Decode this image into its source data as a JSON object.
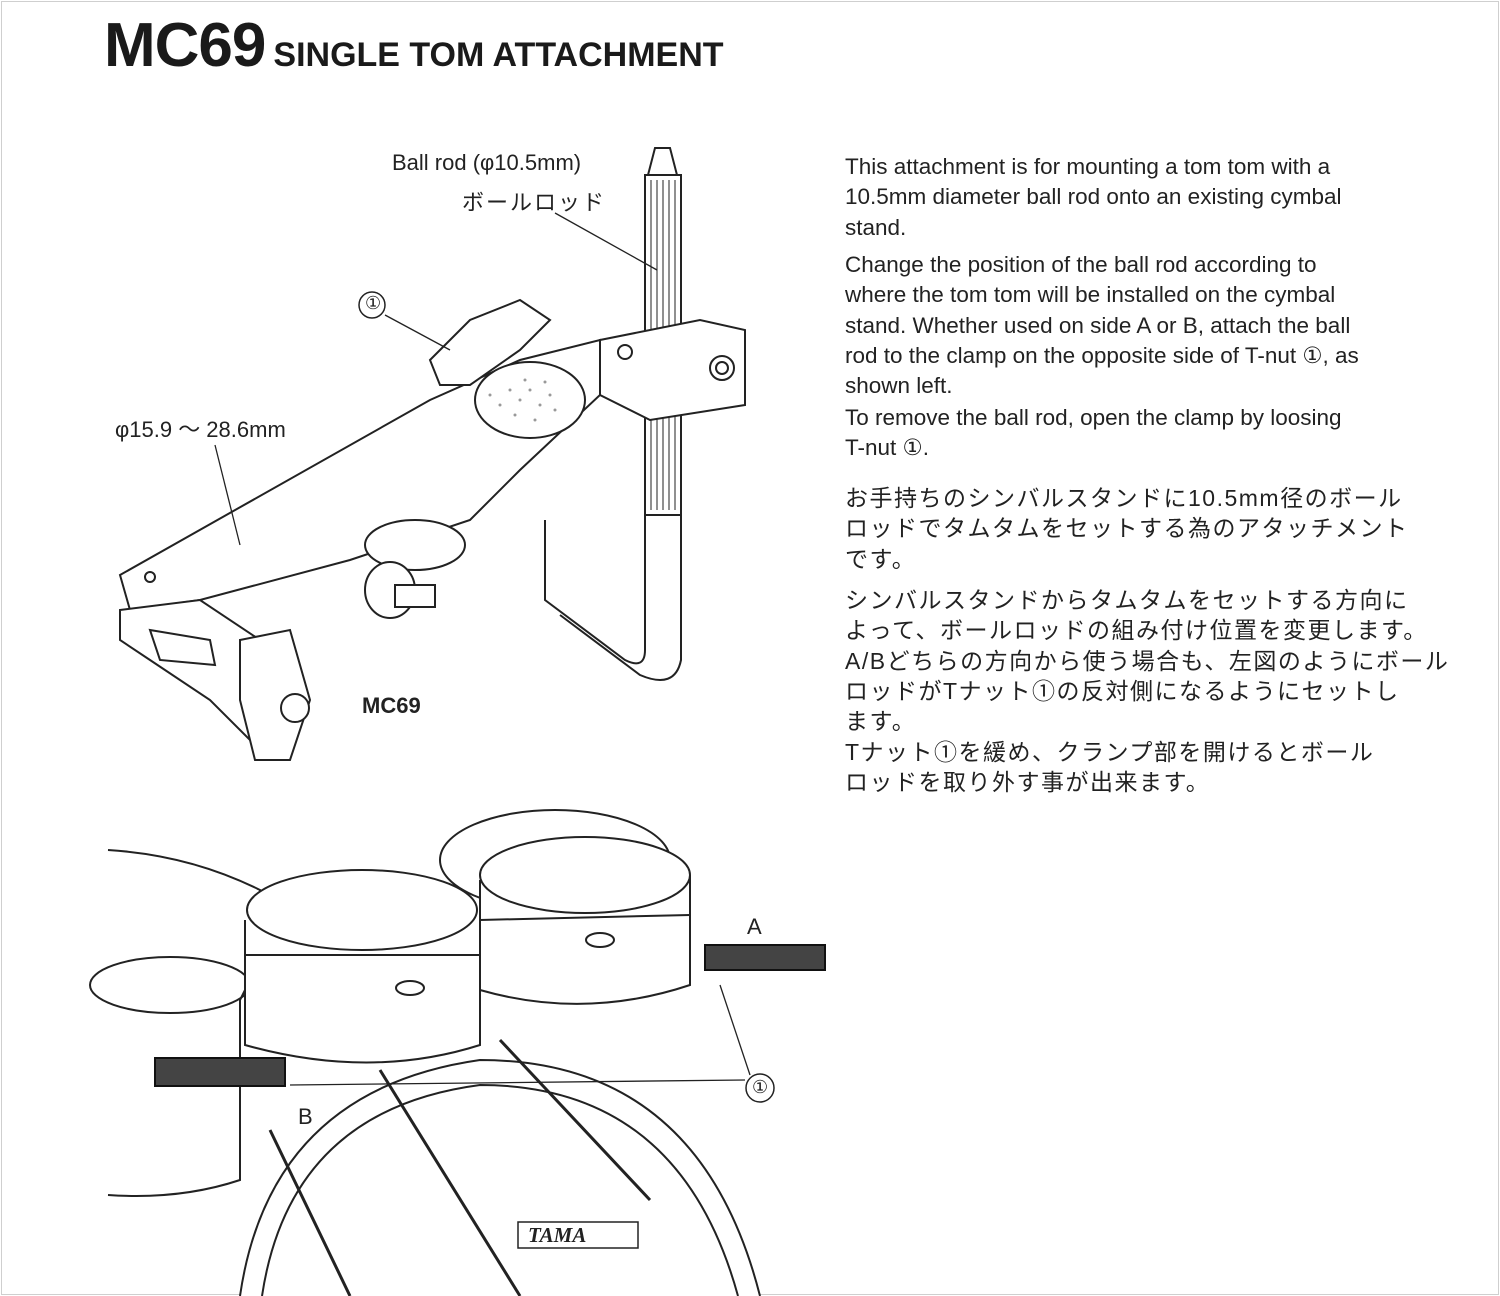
{
  "header": {
    "model": "MC69",
    "subtitle": "SINGLE TOM ATTACHMENT"
  },
  "english": {
    "p1": [
      "This attachment is for mounting a tom tom with a",
      "10.5mm diameter ball rod onto an existing cymbal",
      "stand."
    ],
    "p2": [
      "Change the position of the ball rod according to",
      "where the tom tom will be installed on the cymbal",
      "stand. Whether used on side A or B, attach the ball",
      "rod to the clamp on the opposite side of T-nut ①, as",
      "shown left."
    ],
    "p3": [
      "To remove the ball rod, open the clamp by loosing",
      "T-nut ①."
    ]
  },
  "japanese": {
    "p1": [
      "お手持ちのシンバルスタンドに10.5mm径のボール",
      "ロッドでタムタムをセットする為のアタッチメント",
      "です。"
    ],
    "p2": [
      "シンバルスタンドからタムタムをセットする方向に",
      "よって、ボールロッドの組み付け位置を変更します。",
      "A/Bどちらの方向から使う場合も、左図のようにボール",
      "ロッドがTナット①の反対側になるようにセットし",
      "ます。"
    ],
    "p3": [
      "Tナット①を緩め、クランプ部を開けるとボール",
      "ロッドを取り外す事が出来ます。"
    ]
  },
  "figure1": {
    "ball_rod_label": "Ball rod (φ10.5mm)",
    "ball_rod_label_jp": "ボールロッド",
    "tnut_callout": "①",
    "clamp_range": "φ15.9 〜 28.6mm",
    "caption": "MC69"
  },
  "figure2": {
    "side_a": "A",
    "side_b": "B",
    "tnut_callout": "①",
    "brand_logo": "TAMA"
  }
}
